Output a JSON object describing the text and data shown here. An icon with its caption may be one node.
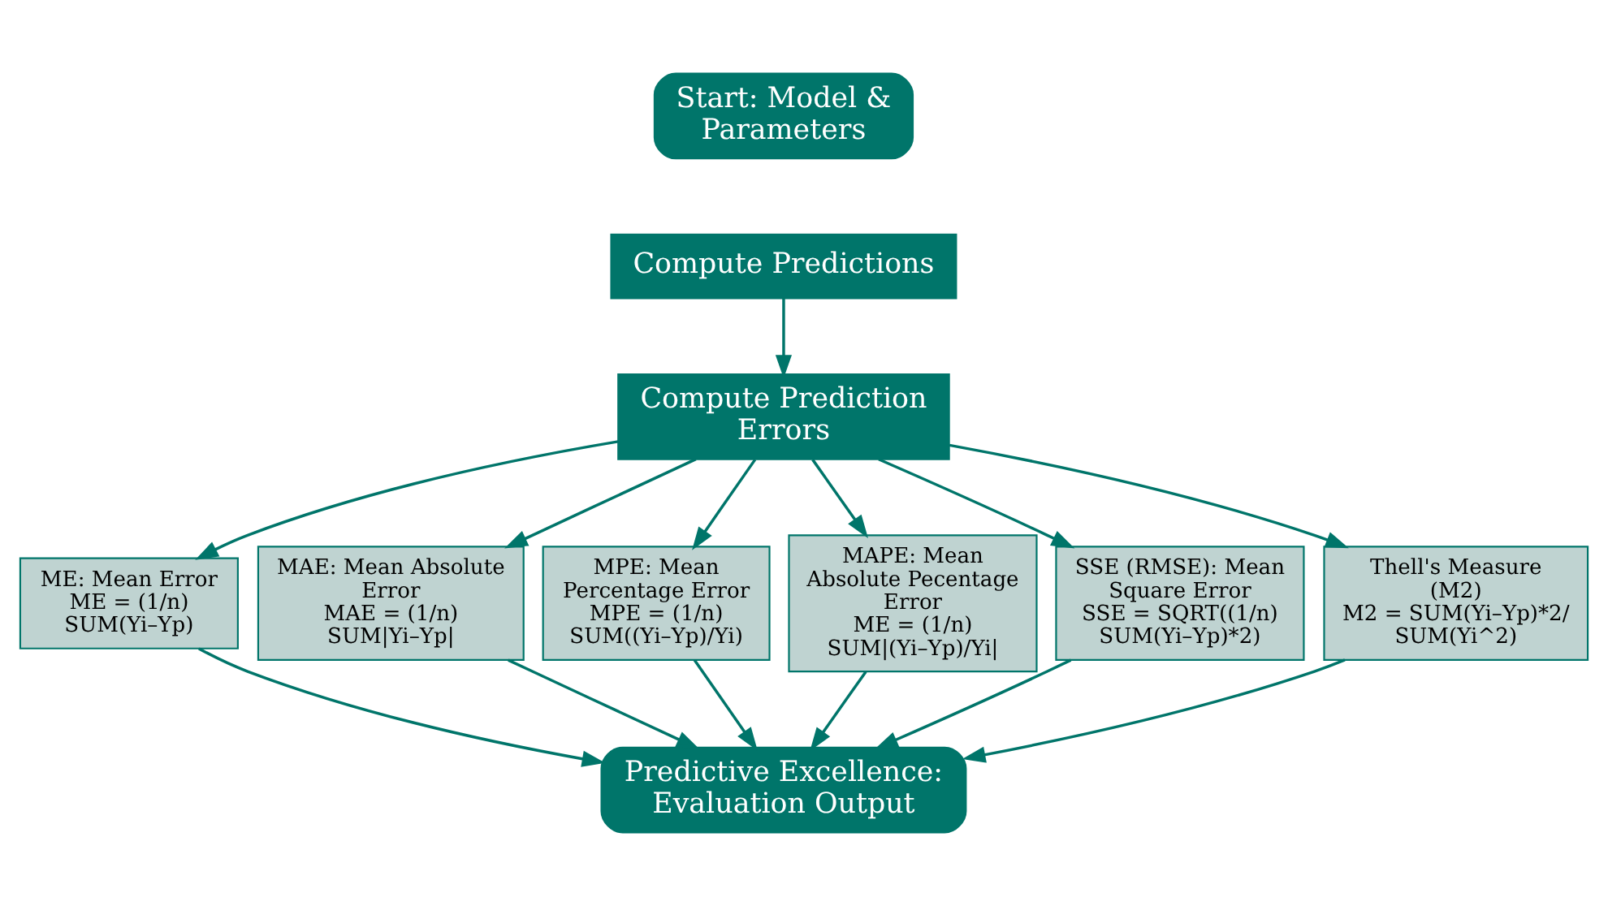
{
  "diagram": {
    "nodes": [
      {
        "text": [
          "Start: Model & Parameters"
        ]
      },
      {
        "text": [
          "Compute Predictions"
        ]
      },
      {
        "text": [
          "Compute Prediction Errors"
        ]
      },
      {
        "text": [
          "ME: Mean Error",
          "ME = (1/n) SUM(Yi–Yp)"
        ]
      },
      {
        "text": [
          "MAE: Mean Absolute Error",
          "MAE = (1/n) SUM|Yi–Yp|"
        ]
      },
      {
        "text": [
          "MPE: Mean Percentage Error",
          "MPE = (1/n) SUM((Yi–Yp)/Yi)"
        ]
      },
      {
        "text": [
          "MAPE: Mean Absolute Pecentage Error",
          "ME = (1/n) SUM|(Yi–Yp)/Yi|"
        ]
      },
      {
        "text": [
          "SSE (RMSE): Mean Square Error",
          "SSE = SQRT((1/n) SUM(Yi–Yp)*2)"
        ]
      },
      {
        "text": [
          "Thell's Measure (M2)",
          "M2 = SUM(Yi–Yp)*2/ SUM(Yi^2)"
        ]
      },
      {
        "text": [
          "Predictive Excellence: Evaluation Output"
        ]
      }
    ],
    "edges": [
      {
        "from": 1,
        "to": 2,
        "arrow": "to"
      },
      {
        "from": 2,
        "to": 3,
        "arrow": "to"
      },
      {
        "from": 2,
        "to": 4,
        "arrow": "to"
      },
      {
        "from": 2,
        "to": 5,
        "arrow": "to"
      },
      {
        "from": 2,
        "to": 6,
        "arrow": "to"
      },
      {
        "from": 2,
        "to": 7,
        "arrow": "to"
      },
      {
        "from": 2,
        "to": 8,
        "arrow": "to"
      },
      {
        "from": 3,
        "to": 9,
        "arrow": "to"
      },
      {
        "from": 4,
        "to": 9,
        "arrow": "to"
      },
      {
        "from": 5,
        "to": 9,
        "arrow": "to"
      },
      {
        "from": 6,
        "to": 9,
        "arrow": "to"
      },
      {
        "from": 7,
        "to": 9,
        "arrow": "to"
      },
      {
        "from": 8,
        "to": 9,
        "arrow": "to"
      }
    ]
  }
}
